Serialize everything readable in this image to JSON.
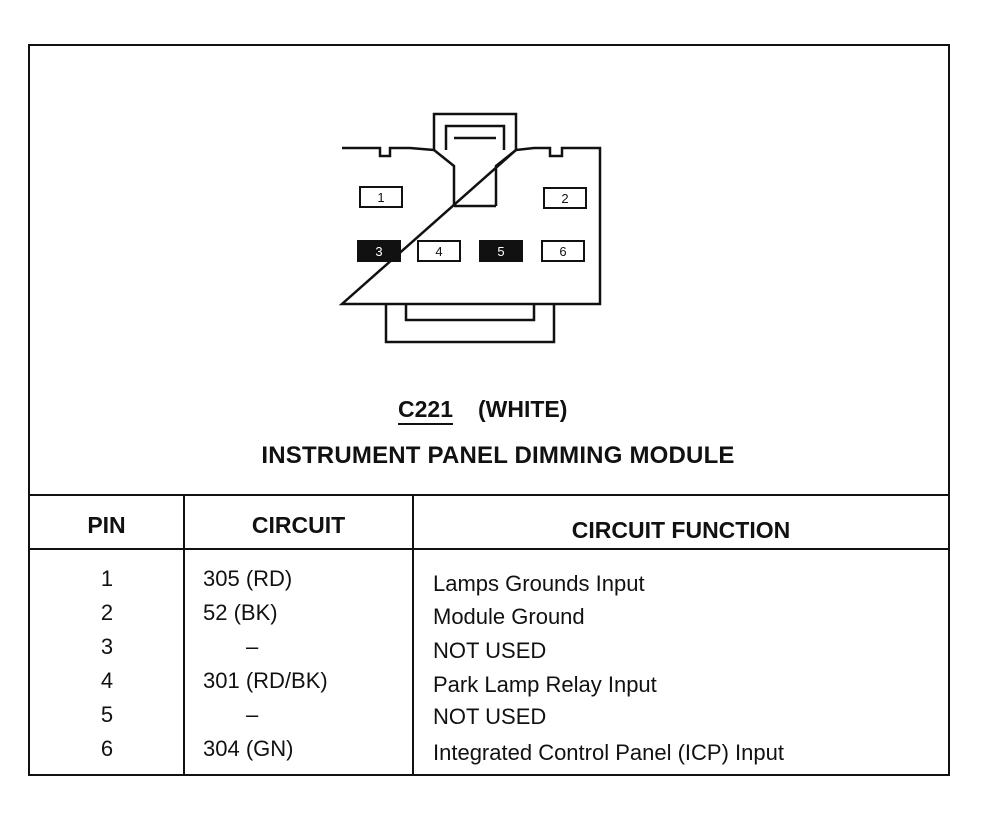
{
  "connector": {
    "id": "C221",
    "color": "(WHITE)",
    "title": "INSTRUMENT PANEL DIMMING MODULE",
    "cavities": [
      {
        "label": "1",
        "filled": false
      },
      {
        "label": "2",
        "filled": false
      },
      {
        "label": "3",
        "filled": true
      },
      {
        "label": "4",
        "filled": false
      },
      {
        "label": "5",
        "filled": true
      },
      {
        "label": "6",
        "filled": false
      }
    ]
  },
  "table": {
    "headers": {
      "pin": "PIN",
      "circuit": "CIRCUIT",
      "function": "CIRCUIT FUNCTION"
    },
    "rows": [
      {
        "pin": "1",
        "circuit": "305 (RD)",
        "function": "Lamps Grounds Input"
      },
      {
        "pin": "2",
        "circuit": "52 (BK)",
        "function": "Module Ground"
      },
      {
        "pin": "3",
        "circuit": "–",
        "function": "NOT USED"
      },
      {
        "pin": "4",
        "circuit": "301 (RD/BK)",
        "function": "Park Lamp Relay Input"
      },
      {
        "pin": "5",
        "circuit": "–",
        "function": "NOT USED"
      },
      {
        "pin": "6",
        "circuit": "304 (GN)",
        "function": "Integrated Control Panel (ICP) Input"
      }
    ]
  }
}
